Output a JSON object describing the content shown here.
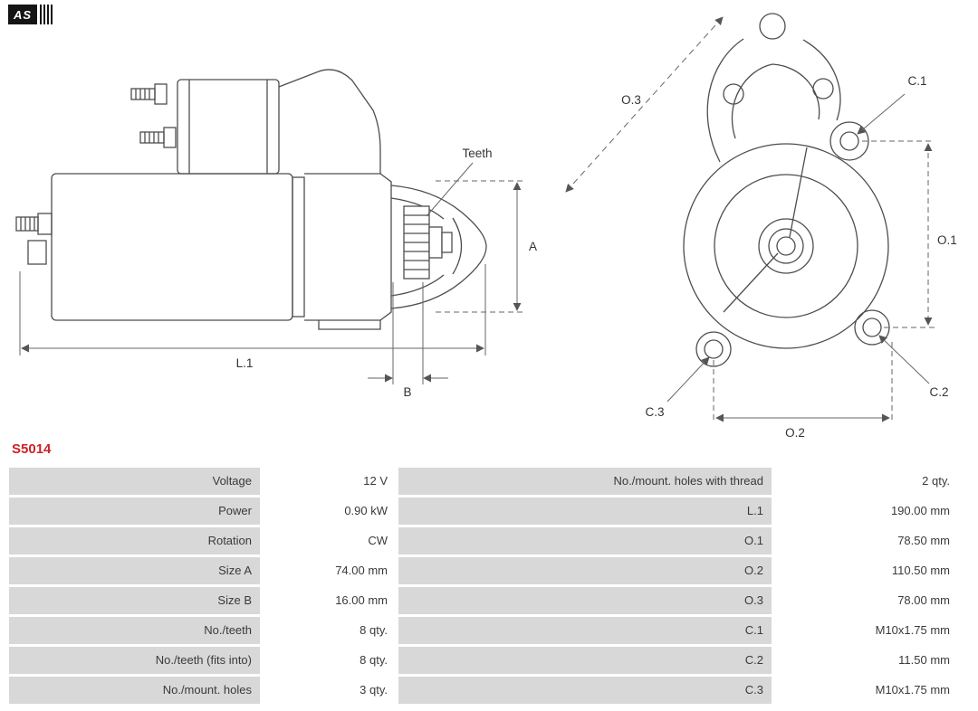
{
  "logo": {
    "text": "AS"
  },
  "product_code": "S5014",
  "diagram": {
    "side": {
      "teeth": "Teeth",
      "a": "A",
      "l1": "L.1",
      "b": "B"
    },
    "front": {
      "o3": "O.3",
      "c1": "C.1",
      "o1": "O.1",
      "c3": "C.3",
      "c2": "C.2",
      "o2": "O.2"
    }
  },
  "spec_table": {
    "left": [
      {
        "label": "Voltage",
        "value": "12 V"
      },
      {
        "label": "Power",
        "value": "0.90 kW"
      },
      {
        "label": "Rotation",
        "value": "CW"
      },
      {
        "label": "Size A",
        "value": "74.00 mm"
      },
      {
        "label": "Size B",
        "value": "16.00 mm"
      },
      {
        "label": "No./teeth",
        "value": "8 qty."
      },
      {
        "label": "No./teeth (fits into)",
        "value": "8 qty."
      },
      {
        "label": "No./mount. holes",
        "value": "3 qty."
      }
    ],
    "right": [
      {
        "label": "No./mount. holes with thread",
        "value": "2 qty."
      },
      {
        "label": "L.1",
        "value": "190.00 mm"
      },
      {
        "label": "O.1",
        "value": "78.50 mm"
      },
      {
        "label": "O.2",
        "value": "110.50 mm"
      },
      {
        "label": "O.3",
        "value": "78.00 mm"
      },
      {
        "label": "C.1",
        "value": "M10x1.75 mm"
      },
      {
        "label": "C.2",
        "value": "11.50 mm"
      },
      {
        "label": "C.3",
        "value": "M10x1.75 mm"
      }
    ]
  },
  "colors": {
    "accent_red": "#cc2229",
    "label_cell_bg": "#d8d8d8",
    "value_cell_bg": "#ffffff",
    "drawing_stroke": "#4d4d4d"
  }
}
